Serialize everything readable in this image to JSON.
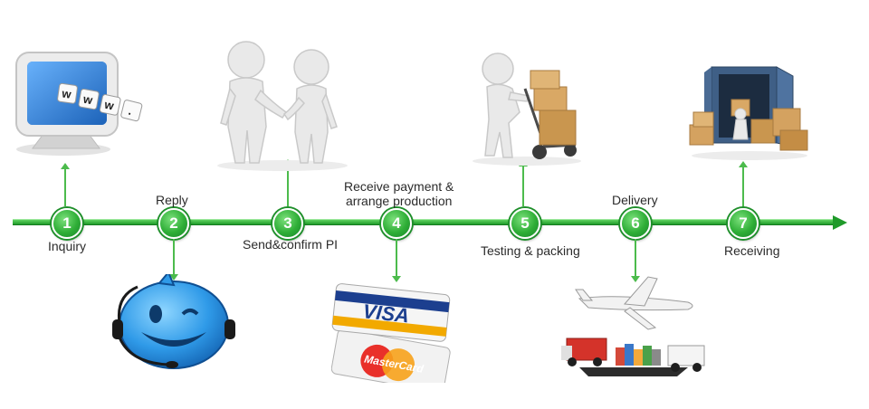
{
  "steps": [
    {
      "number": "1",
      "label": "Inquiry",
      "image": "computer-www-icon"
    },
    {
      "number": "2",
      "label": "Reply",
      "image": "smiley-headset-icon"
    },
    {
      "number": "3",
      "label": "Send&confirm PI",
      "image": "handshake-figures-icon"
    },
    {
      "number": "4",
      "label_line1": "Receive payment &",
      "label_line2": "arrange production",
      "image": "credit-cards-icon"
    },
    {
      "number": "5",
      "label": "Testing & packing",
      "image": "figure-hand-truck-boxes-icon"
    },
    {
      "number": "6",
      "label": "Delivery",
      "image": "plane-ship-truck-icon"
    },
    {
      "number": "7",
      "label": "Receiving",
      "image": "container-boxes-icon"
    }
  ],
  "cards": {
    "visa": "VISA",
    "mastercard": "MasterCard"
  },
  "monitor_keys": [
    "w",
    "w",
    "w",
    "."
  ],
  "colors": {
    "accent_green": "#2fae37",
    "line_green": "#1f9a2a",
    "connector_green": "#4cbb4c"
  }
}
